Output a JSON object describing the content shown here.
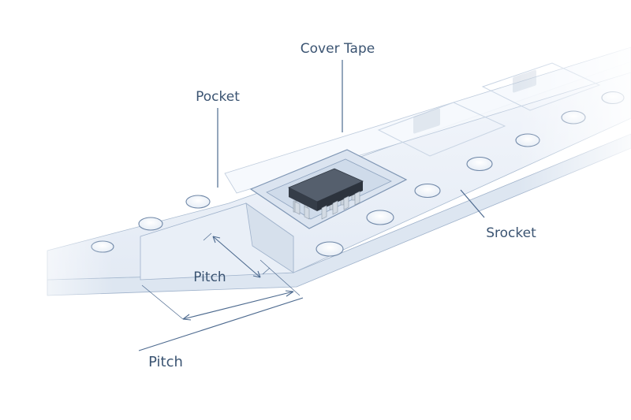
{
  "labels": {
    "cover_tape": "Cover Tape",
    "pocket": "Pocket",
    "sprocket": "Srocket",
    "pitch_inner": "Pitch",
    "pitch_outer": "Pitch"
  },
  "colors": {
    "line": "#4d6a8f",
    "text": "#3b5472",
    "tape_face": "#eef3fa",
    "tape_side": "#dbe5f1",
    "tape_front": "#e4ebf5",
    "pocket_fill": "#dde6f2",
    "chip_body": "#3c4655",
    "chip_top": "#525d6c",
    "pin": "#c9d2dc"
  }
}
